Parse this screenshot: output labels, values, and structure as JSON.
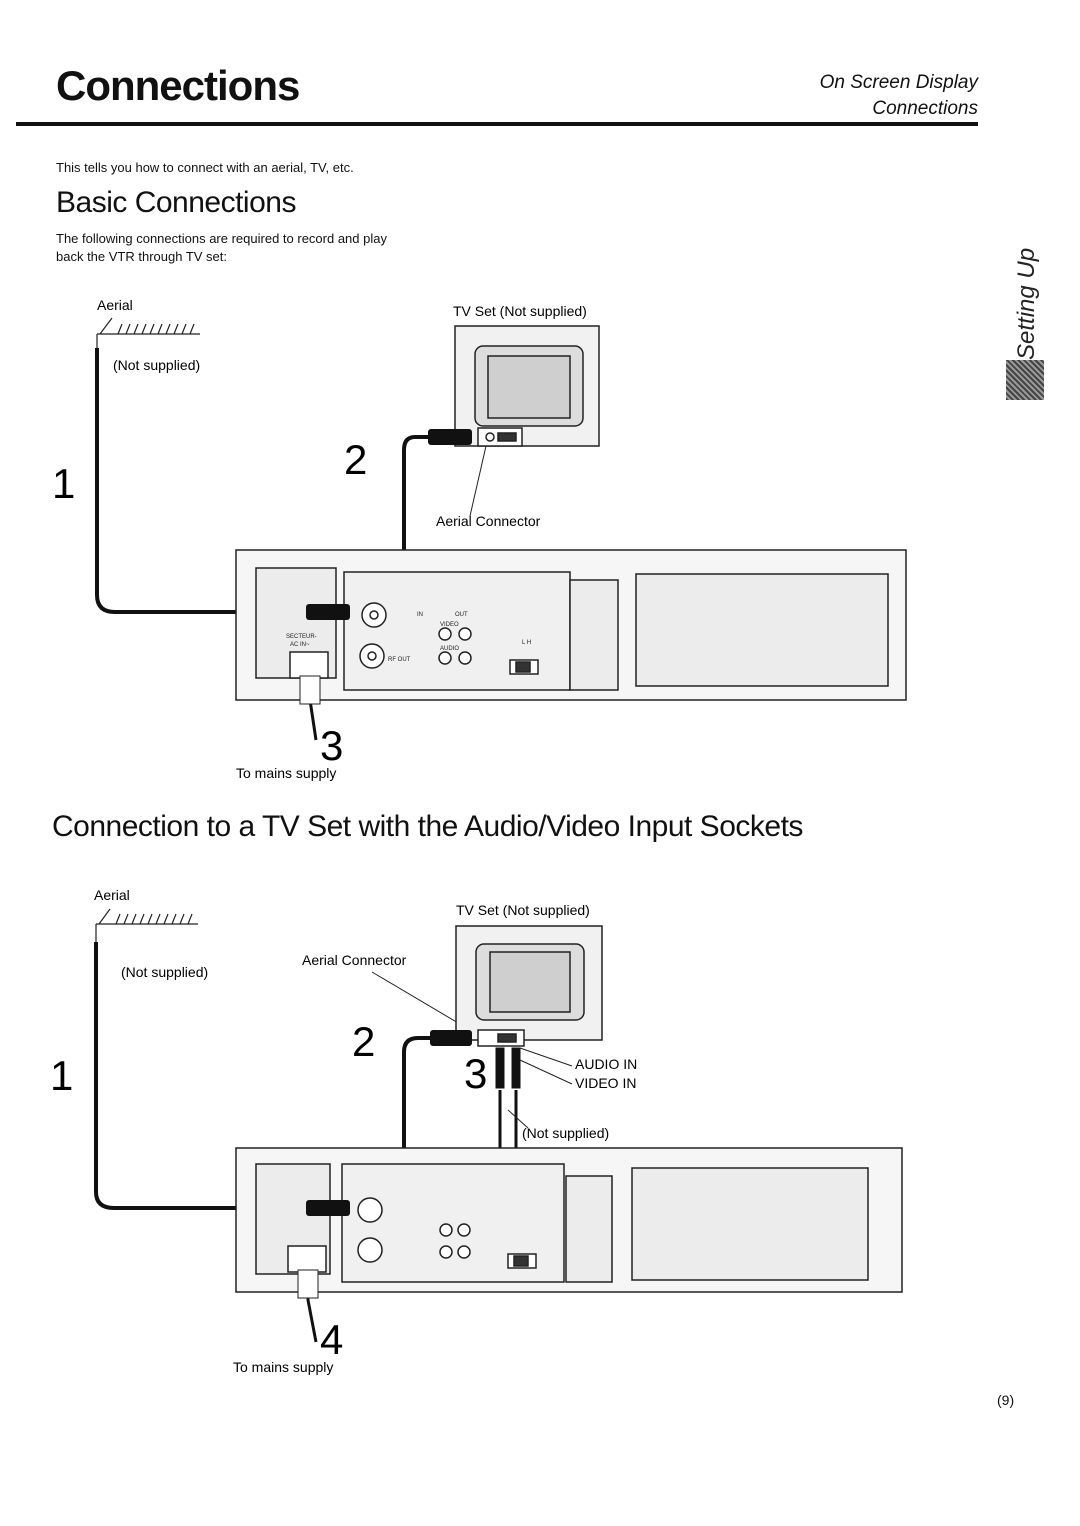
{
  "header": {
    "title": "Connections",
    "right_line1": "On Screen Display",
    "right_line2": "Connections"
  },
  "intro": "This tells you how to connect with an aerial, TV, etc.",
  "section1": {
    "heading": "Basic Connections",
    "text_line1": "The following connections are required to record and play",
    "text_line2": "back the VTR through TV set:",
    "aerial_label": "Aerial",
    "aerial_not_supplied": "(Not supplied)",
    "tv_label": "TV Set (Not supplied)",
    "aerial_connector": "Aerial Connector",
    "step1": "1",
    "step2": "2",
    "step3": "3",
    "mains": "To mains supply"
  },
  "section2": {
    "heading": "Connection to a TV Set with the Audio/Video Input Sockets",
    "aerial_label": "Aerial",
    "aerial_not_supplied": "(Not supplied)",
    "tv_label": "TV Set (Not supplied)",
    "aerial_connector": "Aerial Connector",
    "audio_in": "AUDIO IN",
    "video_in": "VIDEO IN",
    "cable_not_supplied": "(Not supplied)",
    "step1": "1",
    "step2": "2",
    "step3": "3",
    "step4": "4",
    "mains": "To mains supply"
  },
  "sidebar": {
    "tab_label": "Setting Up"
  },
  "page_number": "(9)",
  "vcr_panel": {
    "in": "IN",
    "out": "OUT",
    "video": "VIDEO",
    "audio": "AUDIO",
    "rf_out": "RF OUT",
    "secteur": "SECTEUR-",
    "ac_in": "AC IN~",
    "lh": "L H"
  }
}
